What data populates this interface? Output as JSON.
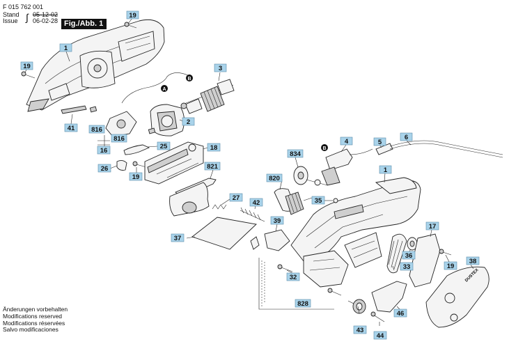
{
  "header": {
    "doc_number": "F 015 762 001",
    "stand_label": "Stand",
    "issue_label": "Issue",
    "stand_value": "05-12-02",
    "issue_value": "06-02-28",
    "figure_label": "Fig./Abb. 1"
  },
  "footer": {
    "lines": [
      "Änderungen vorbehalten",
      "Modifications reserved",
      "Modifications réservées",
      "Salvo modificaciones"
    ]
  },
  "wire_markers": [
    "A",
    "B"
  ],
  "product_label": "DUSTEX",
  "callouts": [
    {
      "id": "c19a",
      "label": "19"
    },
    {
      "id": "c1a",
      "label": "1"
    },
    {
      "id": "c19b",
      "label": "19"
    },
    {
      "id": "c3",
      "label": "3"
    },
    {
      "id": "c41",
      "label": "41"
    },
    {
      "id": "c816a",
      "label": "816"
    },
    {
      "id": "c816b",
      "label": "816"
    },
    {
      "id": "c16",
      "label": "16"
    },
    {
      "id": "c2",
      "label": "2"
    },
    {
      "id": "c25",
      "label": "25"
    },
    {
      "id": "c18",
      "label": "18"
    },
    {
      "id": "c26",
      "label": "26"
    },
    {
      "id": "c19c",
      "label": "19"
    },
    {
      "id": "c821",
      "label": "821"
    },
    {
      "id": "c6",
      "label": "6"
    },
    {
      "id": "c4",
      "label": "4"
    },
    {
      "id": "c5",
      "label": "5"
    },
    {
      "id": "c834",
      "label": "834"
    },
    {
      "id": "c1b",
      "label": "1"
    },
    {
      "id": "c820",
      "label": "820"
    },
    {
      "id": "c27",
      "label": "27"
    },
    {
      "id": "c35",
      "label": "35"
    },
    {
      "id": "c42",
      "label": "42"
    },
    {
      "id": "c39",
      "label": "39"
    },
    {
      "id": "c37",
      "label": "37"
    },
    {
      "id": "c17",
      "label": "17"
    },
    {
      "id": "c36",
      "label": "36"
    },
    {
      "id": "c33",
      "label": "33"
    },
    {
      "id": "c19d",
      "label": "19"
    },
    {
      "id": "c38",
      "label": "38"
    },
    {
      "id": "c32",
      "label": "32"
    },
    {
      "id": "c46",
      "label": "46"
    },
    {
      "id": "c828",
      "label": "828"
    },
    {
      "id": "c43",
      "label": "43"
    },
    {
      "id": "c44",
      "label": "44"
    }
  ]
}
